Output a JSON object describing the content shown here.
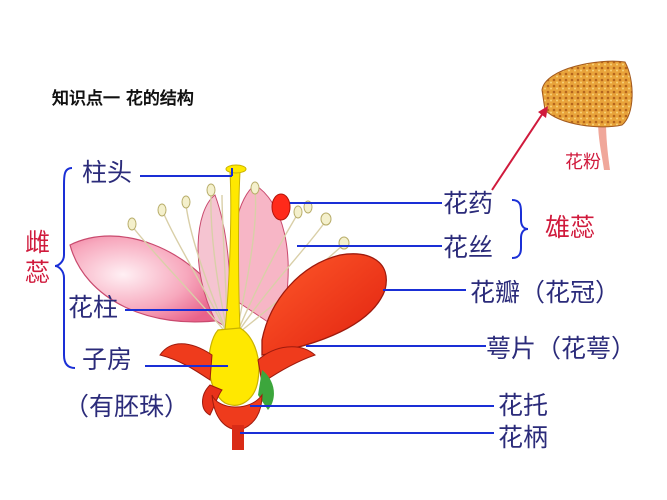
{
  "title": "知识点一    花的结构",
  "colors": {
    "line": "#1a2fd6",
    "label": "#2b2b7a",
    "accent": "#d01a3c",
    "petal_red": "#ef3b1c",
    "petal_pink": "#f59ab0",
    "pistil_yellow": "#ffe800"
  },
  "left_labels": {
    "stigma": "柱头",
    "style": "花柱",
    "ovary": "子房",
    "ovule_note": "（有胚珠）",
    "pistil_group": "雌蕊"
  },
  "right_labels": {
    "anther": "花药",
    "filament": "花丝",
    "stamen_group": "雄蕊",
    "petal": "花瓣（花冠）",
    "sepal": "萼片（花萼）",
    "receptacle": "花托",
    "pedicel": "花柄",
    "pollen": "花粉"
  }
}
